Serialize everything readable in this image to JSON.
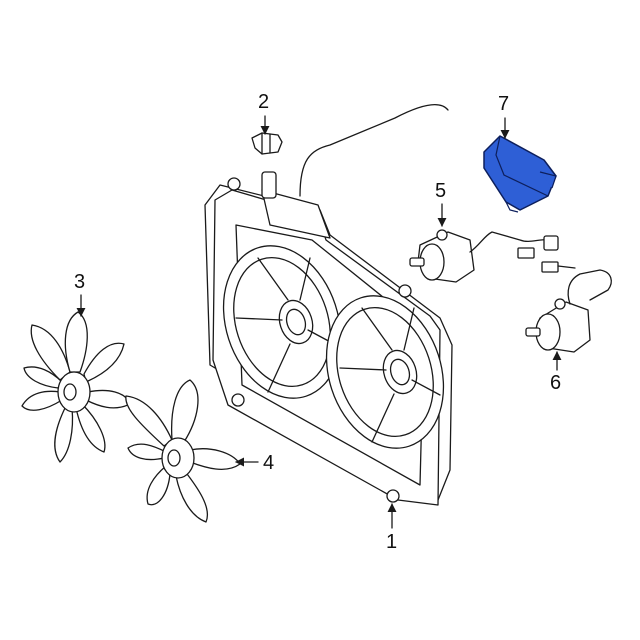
{
  "callouts": {
    "c1": "1",
    "c2": "2",
    "c3": "3",
    "c4": "4",
    "c5": "5",
    "c6": "6",
    "c7": "7"
  },
  "colors": {
    "line": "#1a1a1a",
    "highlight_fill": "#2e5fd6",
    "highlight_stroke": "#0d1f5c",
    "background": "#ffffff"
  }
}
